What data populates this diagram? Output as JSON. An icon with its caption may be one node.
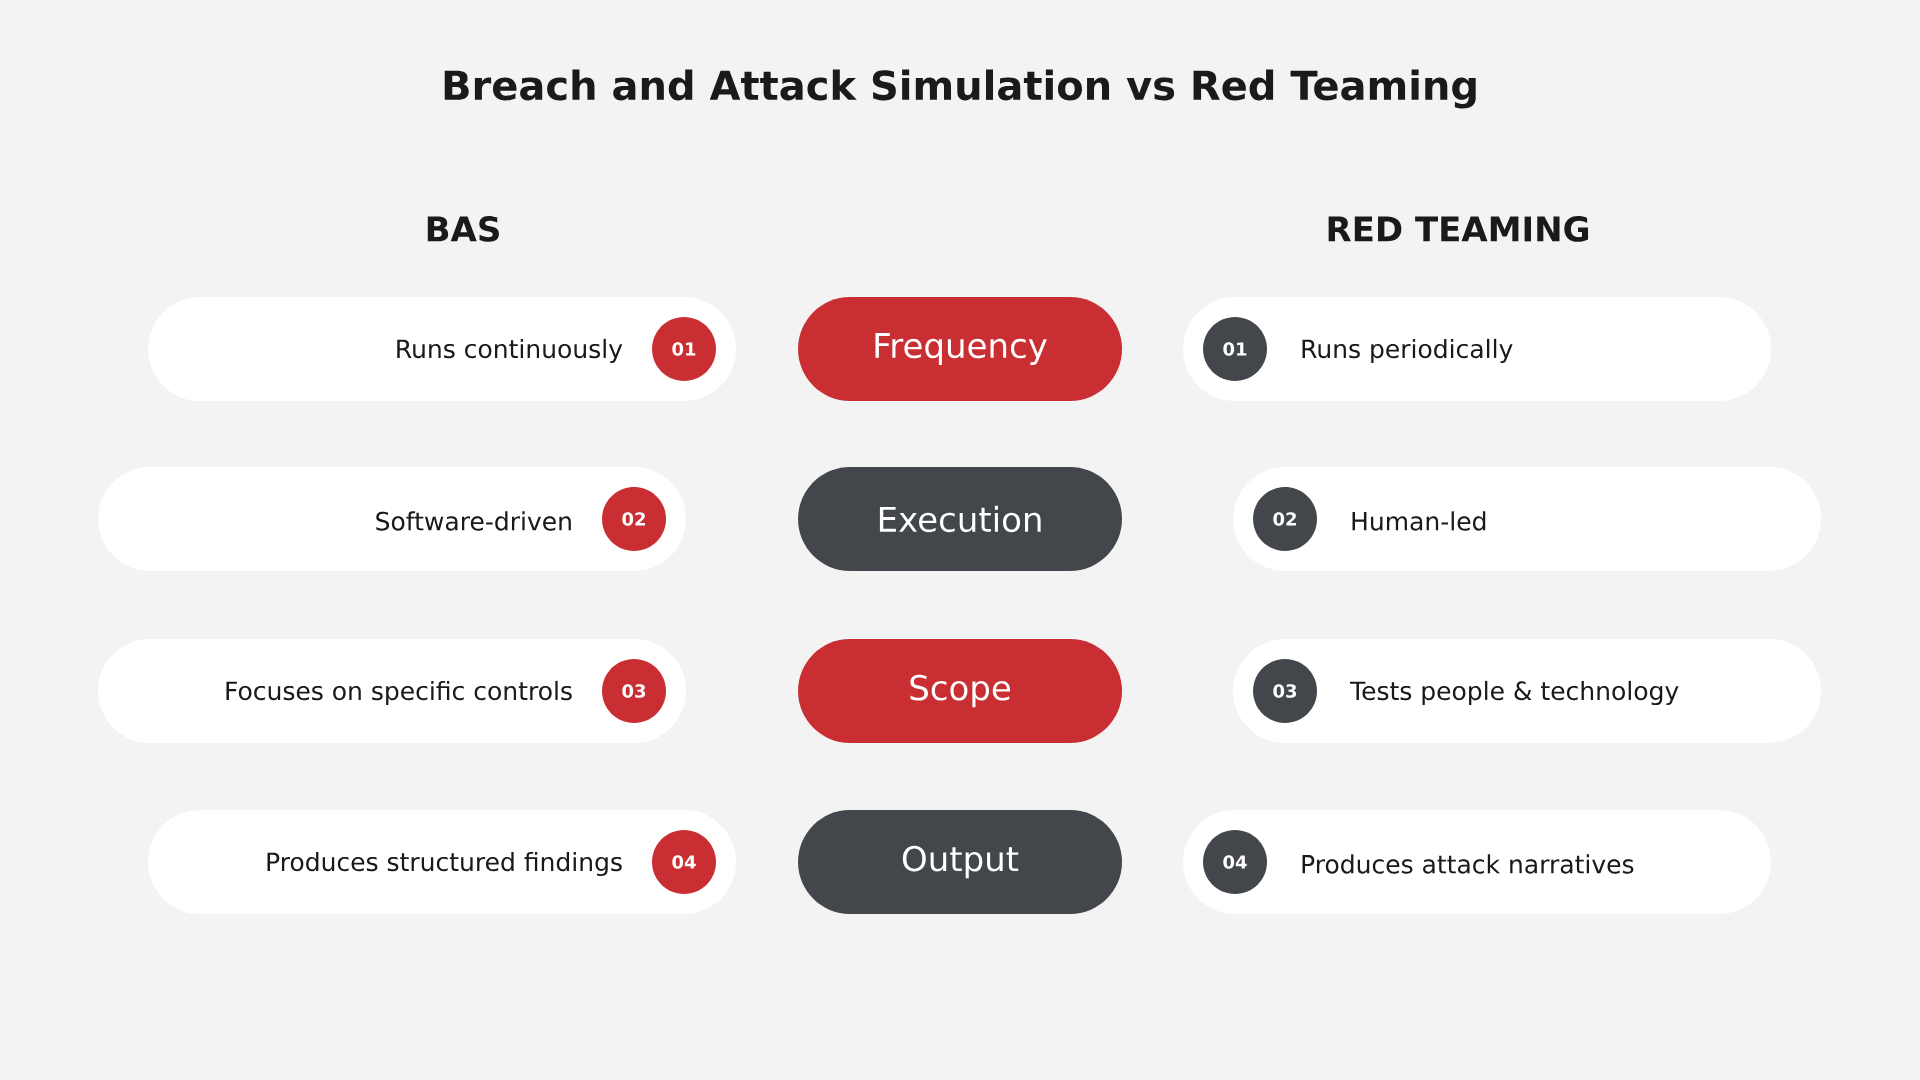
{
  "diagram": {
    "title": "Breach and Attack Simulation vs Red Teaming",
    "nodes": [
      {
        "text": [
          "Runs continuously"
        ]
      },
      {
        "text": [
          "01"
        ],
        "in": 0
      },
      {
        "text": [
          "Frequency"
        ]
      },
      {
        "text": [
          "Runs periodically"
        ]
      },
      {
        "text": [
          "01"
        ],
        "in": 3
      },
      {
        "text": [
          "Software-driven"
        ]
      },
      {
        "text": [
          "02"
        ],
        "in": 5
      },
      {
        "text": [
          "Execution"
        ]
      },
      {
        "text": [
          "Human-led"
        ]
      },
      {
        "text": [
          "02"
        ],
        "in": 8
      },
      {
        "text": [
          "Focuses on specific controls"
        ]
      },
      {
        "text": [
          "03"
        ],
        "in": 10
      },
      {
        "text": [
          "Scope"
        ]
      },
      {
        "text": [
          "Tests people & technology"
        ]
      },
      {
        "text": [
          "03"
        ],
        "in": 13
      },
      {
        "text": [
          "Produces structured findings"
        ]
      },
      {
        "text": [
          "04"
        ],
        "in": 15
      },
      {
        "text": [
          "Output"
        ]
      },
      {
        "text": [
          "Produces attack narratives"
        ]
      },
      {
        "text": [
          "04"
        ],
        "in": 18
      }
    ],
    "labels": [
      "BAS",
      "RED TEAMING"
    ]
  }
}
